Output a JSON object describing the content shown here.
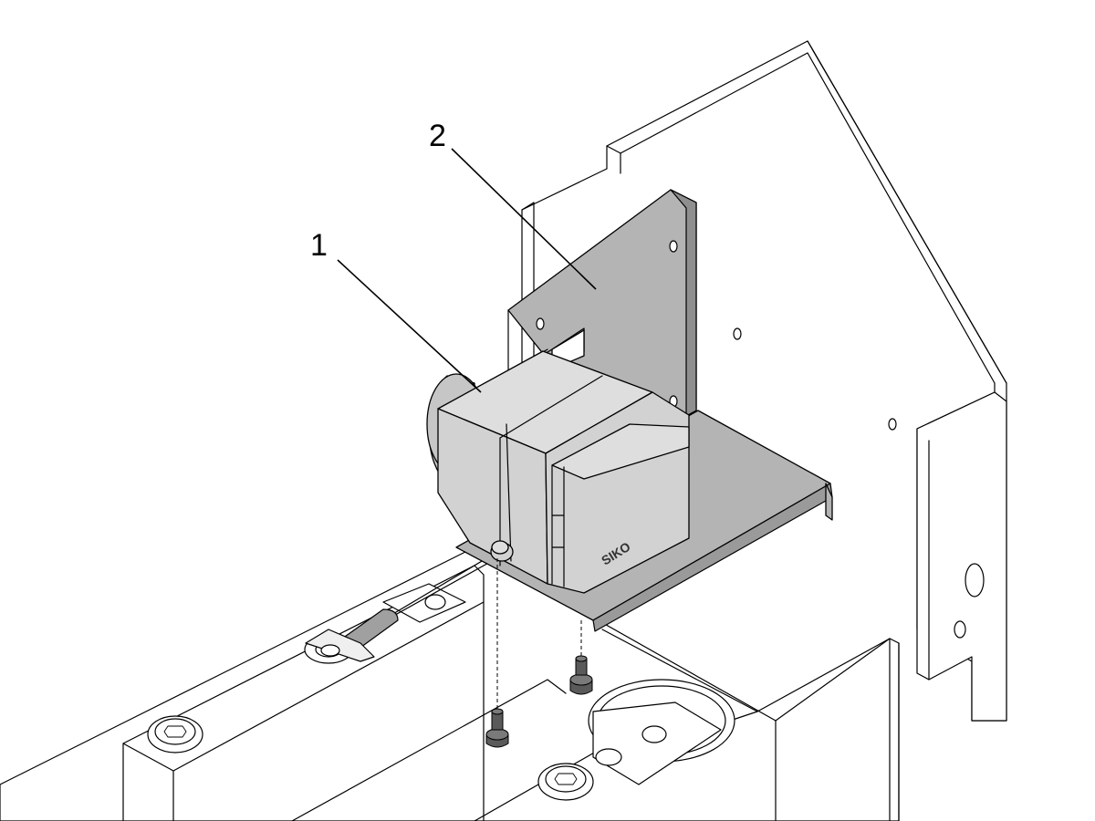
{
  "figure": {
    "callouts": [
      {
        "id": "1",
        "label": "1"
      },
      {
        "id": "2",
        "label": "2"
      }
    ],
    "brand_mark": "SIKO"
  }
}
